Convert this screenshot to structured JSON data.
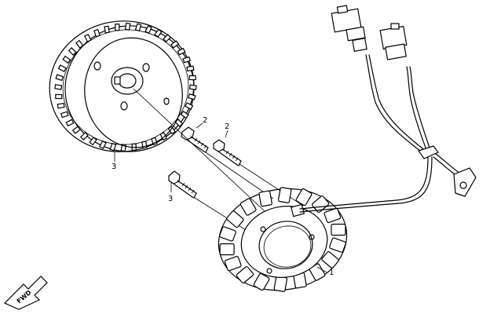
{
  "diagram": {
    "callouts": {
      "stator": "1",
      "bolt_upper_left": "2",
      "bolt_upper_right": "2",
      "flywheel": "3",
      "bolt_lower": "3"
    },
    "direction_badge": "FWD",
    "colors": {
      "line": "#000000",
      "background": "#ffffff"
    }
  }
}
